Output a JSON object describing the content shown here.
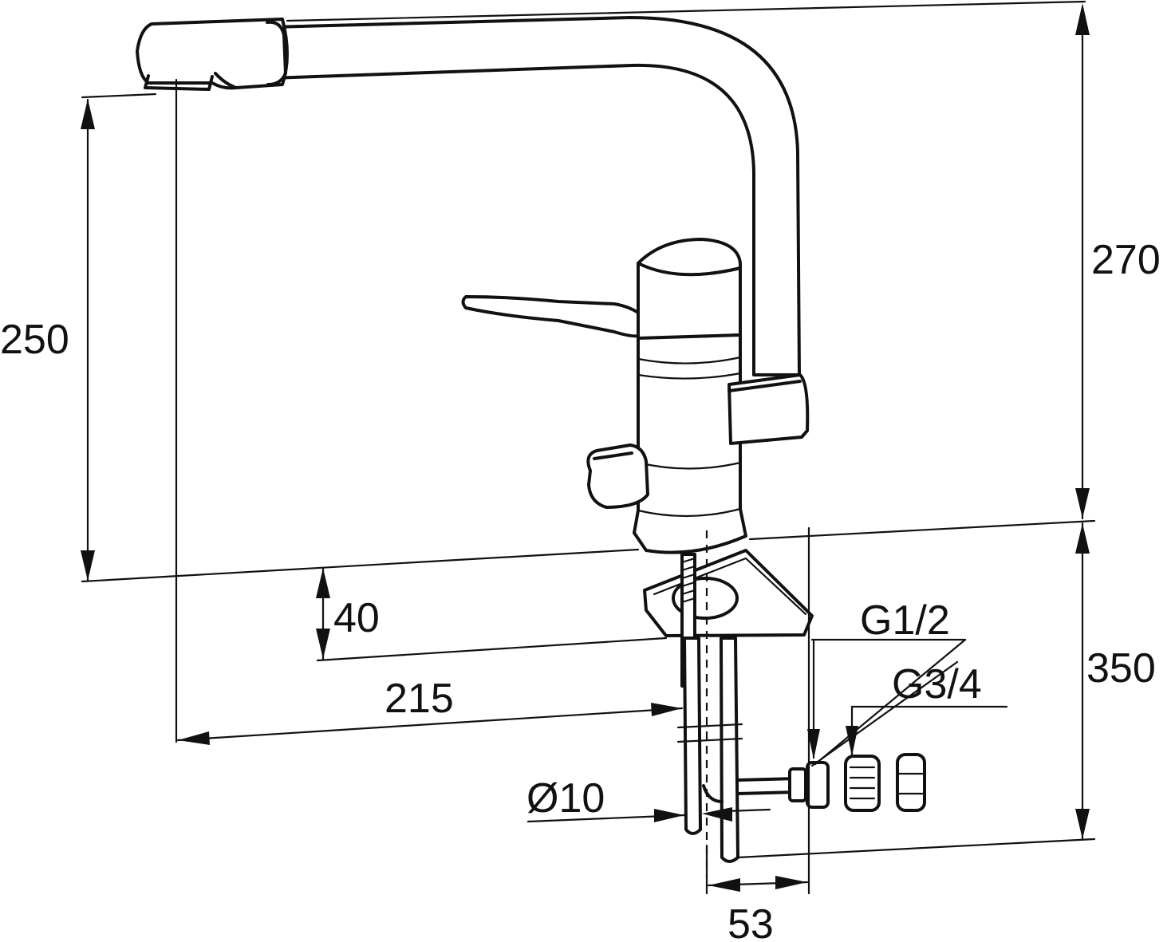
{
  "dimensions": {
    "height_spout": "270",
    "height_outlet": "250",
    "height_base": "40",
    "reach": "215",
    "below_deck": "350",
    "pipe_diameter": "Ø10",
    "offset": "53"
  },
  "threads": {
    "inlet": "G1/2",
    "outlet": "G3/4"
  }
}
